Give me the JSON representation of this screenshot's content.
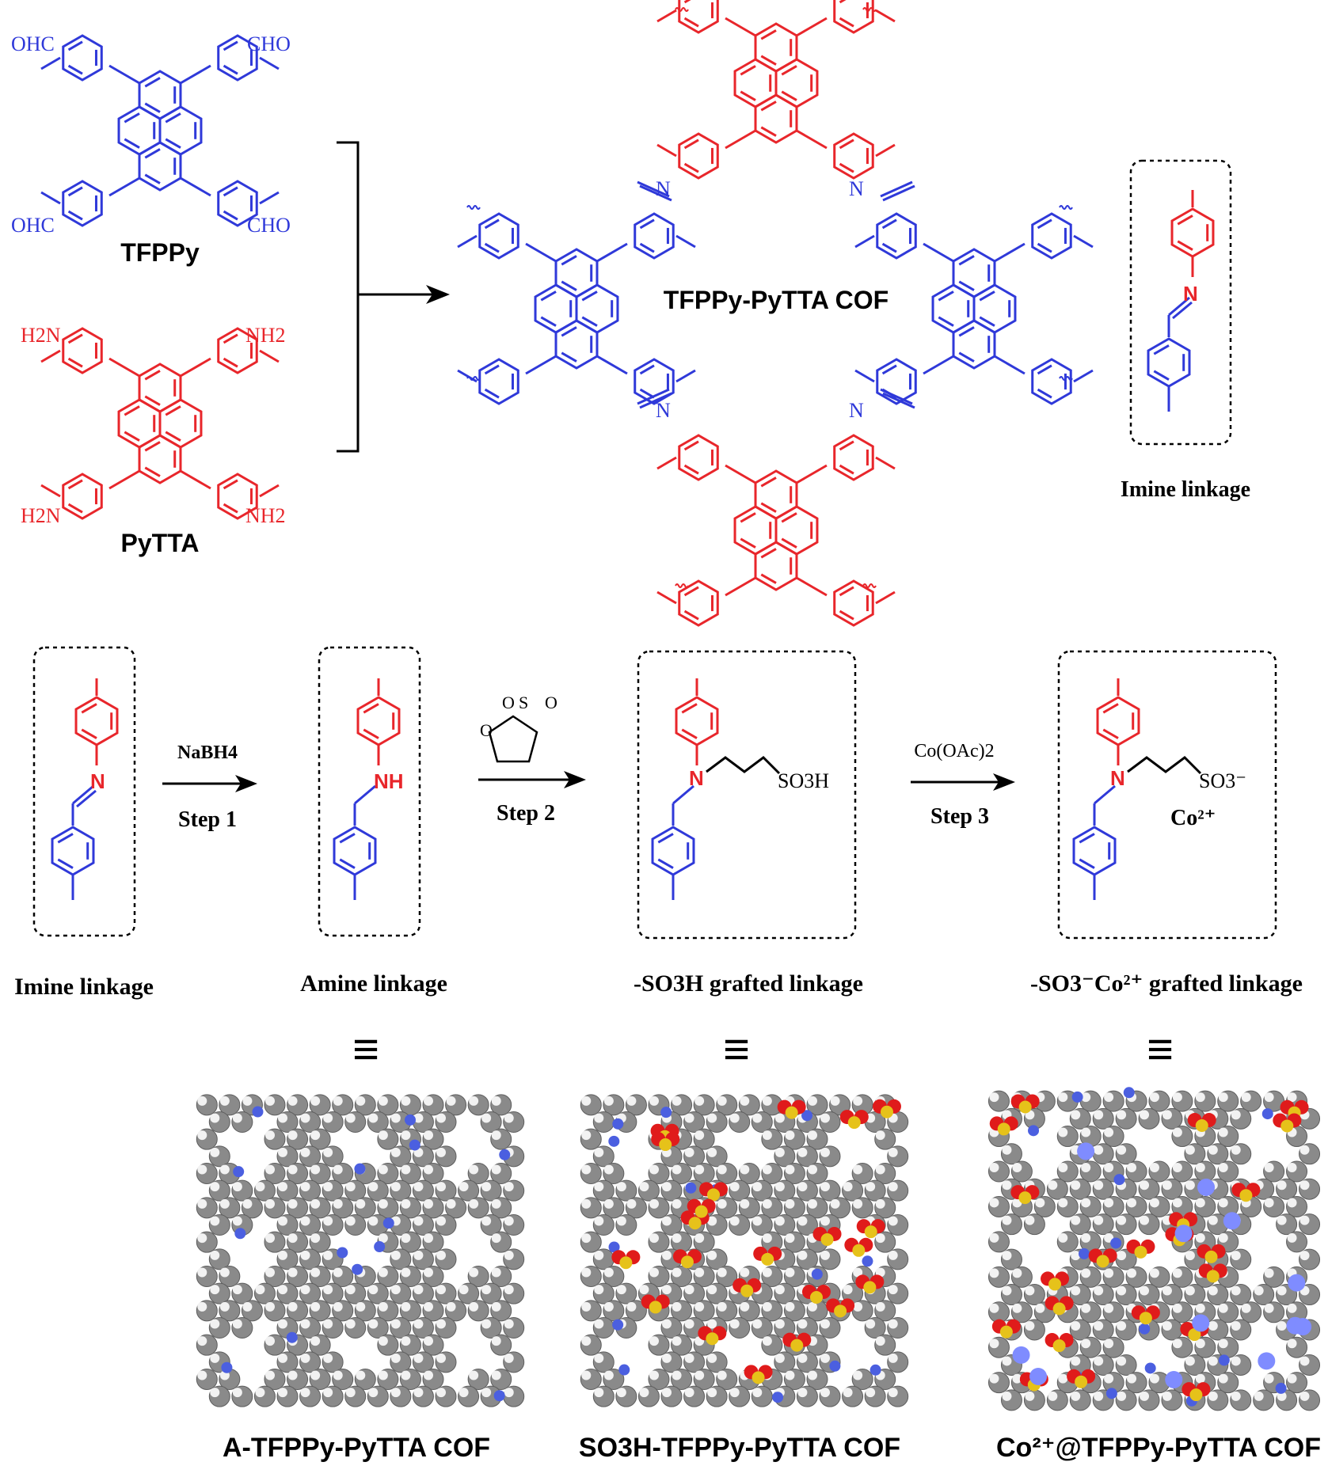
{
  "colors": {
    "blue": "#2f39d9",
    "red": "#e8262b",
    "black": "#000000",
    "carbon_gray": "#8a8a8a",
    "hydrogen_white": "#f2f2f2",
    "nitrogen_blue": "#4b5fe0",
    "oxygen_red": "#e01b1b",
    "sulfur_yellow": "#e6c21a"
  },
  "top": {
    "tfppy": {
      "label": "TFPPy",
      "groups": {
        "tl": "OHC",
        "tr": "CHO",
        "bl": "OHC",
        "br": "CHO"
      }
    },
    "pytta": {
      "label": "PyTTA",
      "groups": {
        "tl": "H2N",
        "tr": "NH2",
        "bl": "H2N",
        "br": "NH2"
      }
    },
    "cof_label": "TFPPy-PyTTA COF",
    "n_atom": "N",
    "imine_box_label": "Imine linkage"
  },
  "middle": {
    "labels": {
      "imine": "Imine linkage",
      "amine": "Amine linkage",
      "so3h": "-SO3H grafted linkage",
      "so3co": "-SO3⁻Co²⁺ grafted linkage"
    },
    "step1": {
      "reagent": "NaBH4",
      "step": "Step 1"
    },
    "step2": {
      "step": "Step 2",
      "sultone_atoms": {
        "o1": "O",
        "s": "S",
        "o2": "O",
        "o3": "O"
      }
    },
    "step3": {
      "reagent": "Co(OAc)2",
      "step": "Step 3"
    },
    "nh": "NH",
    "n": "N",
    "so3h_group": "SO3H",
    "so3_group": "SO3⁻",
    "co_ion": "Co²⁺"
  },
  "bottom": {
    "equiv_symbol": "≡",
    "models": [
      {
        "label": "A-TFPPy-PyTTA COF",
        "variant": "plain"
      },
      {
        "label": "SO3H-TFPPy-PyTTA COF",
        "variant": "sulfonic"
      },
      {
        "label": "Co²⁺@TFPPy-PyTTA COF",
        "variant": "cobalt"
      }
    ]
  }
}
